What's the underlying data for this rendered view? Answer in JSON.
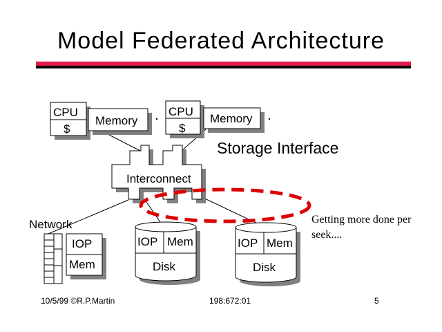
{
  "slide": {
    "title": "Model Federated Architecture",
    "nodes": {
      "cpu1_label": "CPU",
      "cpu1_cache": "$",
      "memory1": "Memory",
      "cpu2_label": "CPU",
      "cpu2_cache": "$",
      "memory2": "Memory",
      "interconnect": "Interconnect",
      "storage_interface": "Storage Interface",
      "network": "Network",
      "iop1": "IOP",
      "mem1": "Mem",
      "disk1_iop": "IOP",
      "disk1_mem": "Mem",
      "disk1_label": "Disk",
      "disk2_iop": "IOP",
      "disk2_mem": "Mem",
      "disk2_label": "Disk"
    },
    "annotation": "Getting more done per seek....",
    "footer": {
      "date_author": "10/5/99 ©R.P.Martin",
      "course_code": "198:672:01",
      "page_number": "5"
    },
    "colors": {
      "accent": "#e31b4a",
      "highlight_ellipse": "#dd0000",
      "shadow": "#808080"
    }
  }
}
